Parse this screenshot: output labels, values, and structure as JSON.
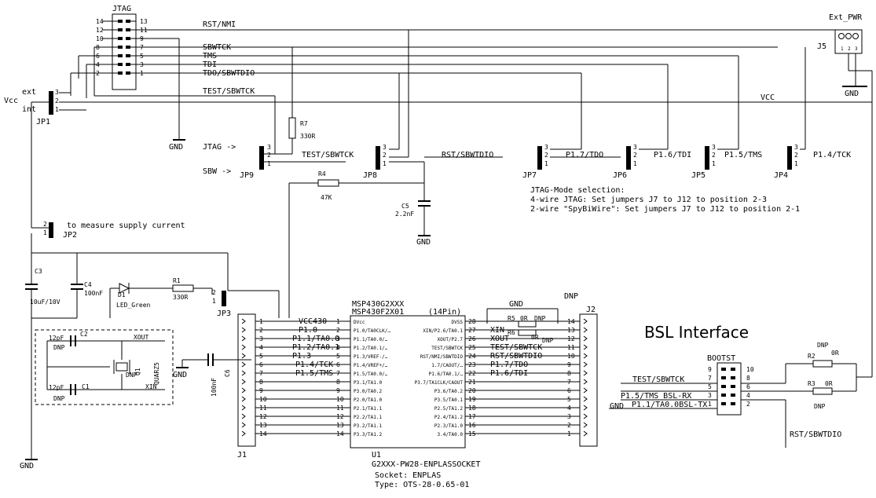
{
  "connectors": {
    "jtag": {
      "ref": "JTAG",
      "pins_left": [
        "14",
        "12",
        "10",
        "8",
        "6",
        "4",
        "2"
      ],
      "pins_right": [
        "13",
        "11",
        "9",
        "7",
        "5",
        "3",
        "1"
      ]
    },
    "j5": {
      "ref": "J5",
      "label": "Ext_PWR",
      "pins": [
        "1",
        "2",
        "3"
      ],
      "gnd": "GND"
    },
    "jp1": {
      "ref": "JP1",
      "labels": [
        "ext",
        "int"
      ],
      "pins": [
        "3",
        "2",
        "1"
      ]
    },
    "jp9": {
      "ref": "JP9",
      "labels": [
        "JTAG ->",
        "SBW ->"
      ],
      "pins": [
        "3",
        "2",
        "1"
      ]
    },
    "jp8": {
      "ref": "JP8",
      "pins": [
        "3",
        "2",
        "1"
      ]
    },
    "jp7": {
      "ref": "JP7",
      "pins": [
        "3",
        "2",
        "1"
      ]
    },
    "jp6": {
      "ref": "JP6",
      "pins": [
        "3",
        "2",
        "1"
      ]
    },
    "jp5": {
      "ref": "JP5",
      "pins": [
        "3",
        "2",
        "1"
      ]
    },
    "jp4": {
      "ref": "JP4",
      "pins": [
        "3",
        "2",
        "1"
      ]
    },
    "jp2": {
      "ref": "JP2",
      "note": "to measure supply current",
      "pins": [
        "2",
        "1"
      ]
    },
    "jp3": {
      "ref": "JP3",
      "pins": [
        "2",
        "1"
      ]
    },
    "j1": {
      "ref": "J1",
      "pins": [
        "1",
        "2",
        "3",
        "4",
        "5",
        "6",
        "7",
        "8",
        "9",
        "10",
        "11",
        "12",
        "13",
        "14"
      ]
    },
    "j2": {
      "ref": "J2",
      "pins": [
        "14",
        "13",
        "12",
        "11",
        "10",
        "9",
        "8",
        "7",
        "6",
        "5",
        "4",
        "3",
        "2",
        "1"
      ]
    },
    "bootst": {
      "ref": "BOOTST",
      "pins_left": [
        "9",
        "7",
        "5",
        "3",
        "1"
      ],
      "pins_right": [
        "10",
        "8",
        "6",
        "4",
        "2"
      ]
    }
  },
  "nets": {
    "vcc_side": "Vcc",
    "vcc": "VCC",
    "rst_nmi": "RST/NMI",
    "sbwtck": "SBWTCK",
    "tms": "TMS",
    "tdi": "TDI",
    "tdo_sbwtdio": "TDO/SBWTDIO",
    "test_sbwtck": "TEST/SBWTCK",
    "rst_sbwtdio": "RST/SBWTDIO",
    "p17_tdo": "P1.7/TDO",
    "p16_tdi": "P1.6/TDI",
    "p15_tms": "P1.5/TMS",
    "p14_tck": "P1.4/TCK",
    "gnd": "GND",
    "vcc430": "VCC430",
    "p10": "P1.0",
    "p11": "P1.1/TA0.0",
    "p12": "P1.2/TA0.1",
    "p13": "P1.3",
    "p14": "P1.4/TCK",
    "p15": "P1.5/TMS",
    "xin": "XIN",
    "xout": "XOUT",
    "bsl_rx": "P1.5/TMS BSL-RX",
    "bsl_tx": "P1.1/TA0.0BSL-TX"
  },
  "components": {
    "r7": {
      "ref": "R7",
      "value": "330R"
    },
    "r4": {
      "ref": "R4",
      "value": "47K"
    },
    "c5": {
      "ref": "C5",
      "value": "2.2nF"
    },
    "c3": {
      "ref": "C3",
      "value": "10uF/10V"
    },
    "c4": {
      "ref": "C4",
      "value": "100nF"
    },
    "d1": {
      "ref": "D1",
      "value": "LED_Green"
    },
    "r1": {
      "ref": "R1",
      "value": "330R"
    },
    "c6": {
      "ref": "C6",
      "value": "100nF"
    },
    "c2": {
      "ref": "C2",
      "value": "12pF",
      "dnp": "DNP"
    },
    "c1": {
      "ref": "C1",
      "value": "12pF",
      "dnp": "DNP"
    },
    "q1": {
      "ref": "Q1",
      "value": "QUARZ5",
      "dnp": "DNP"
    },
    "r5": {
      "ref": "R5",
      "value": "0R",
      "dnp": "DNP"
    },
    "r6": {
      "ref": "R6",
      "value": "0R",
      "dnp": "DNP"
    },
    "r2": {
      "ref": "R2",
      "value": "0R",
      "dnp": "DNP"
    },
    "r3": {
      "ref": "R3",
      "value": "0R",
      "dnp": "DNP"
    }
  },
  "mode_note": {
    "title": "JTAG-Mode selection:",
    "line1": "4-wire JTAG: Set jumpers J7 to J12 to position 2-3",
    "line2": "2-wire \"SpyBiWire\": Set jumpers J7 to J12 to position 2-1"
  },
  "ic": {
    "part1": "MSP430G2XXX",
    "part2": "MSP430F2X01",
    "pins_label": "(14Pin)",
    "ref": "U1",
    "footprint": "G2XXX-PW28-ENPLASSOCKET",
    "socket": "Socket: ENPLAS",
    "type": "Type: OTS-28-0.65-01",
    "left_pins": [
      {
        "n": "1",
        "f": "DVcc"
      },
      {
        "n": "2",
        "f": "P1.0/TA0CLK/…"
      },
      {
        "n": "3",
        "f": "P1.1/TA0.0/…"
      },
      {
        "n": "4",
        "f": "P1.2/TA0.1/…"
      },
      {
        "n": "5",
        "f": "P1.3/VREF-/…"
      },
      {
        "n": "6",
        "f": "P1.4/VREF+/…"
      },
      {
        "n": "7",
        "f": "P1.5/TA0.0/…"
      },
      {
        "n": "8",
        "f": "P3.1/TA1.0"
      },
      {
        "n": "9",
        "f": "P3.0/TA0.2"
      },
      {
        "n": "10",
        "f": "P2.0/TA1.0"
      },
      {
        "n": "11",
        "f": "P2.1/TA1.1"
      },
      {
        "n": "12",
        "f": "P2.2/TA1.1"
      },
      {
        "n": "13",
        "f": "P3.2/TA1.1"
      },
      {
        "n": "14",
        "f": "P3.3/TA1.2"
      }
    ],
    "right_pins": [
      {
        "n": "28",
        "f": "DVSS"
      },
      {
        "n": "27",
        "f": "XIN/P2.6/TA0.1"
      },
      {
        "n": "26",
        "f": "XOUT/P2.7"
      },
      {
        "n": "25",
        "f": "TEST/SBWTCK"
      },
      {
        "n": "24",
        "f": "RST/NMI/SBWTDIO"
      },
      {
        "n": "23",
        "f": "1.7/CAOUT/…"
      },
      {
        "n": "22",
        "f": "P1.6/TA0.1/…"
      },
      {
        "n": "21",
        "f": "P3.7/TA1CLK/CAOUT"
      },
      {
        "n": "20",
        "f": "P3.6/TA0.2"
      },
      {
        "n": "19",
        "f": "P3.5/TA0.1"
      },
      {
        "n": "18",
        "f": "P2.5/TA1.2"
      },
      {
        "n": "17",
        "f": "P2.4/TA1.2"
      },
      {
        "n": "16",
        "f": "P2.3/TA1.0"
      },
      {
        "n": "15",
        "f": "3.4/TA0.0"
      }
    ]
  },
  "bsl": {
    "title": "BSL Interface"
  },
  "misc": {
    "dnp": "DNP"
  }
}
